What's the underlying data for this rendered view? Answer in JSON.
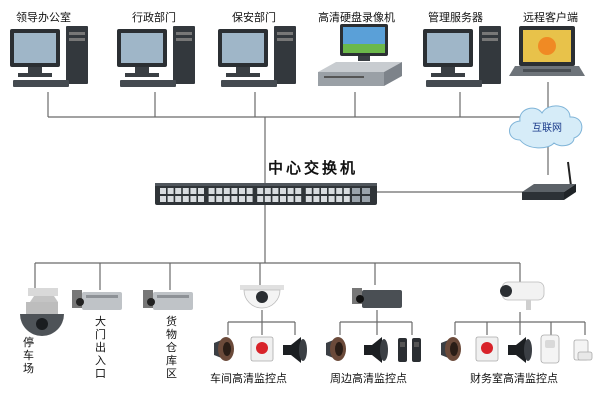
{
  "top_devices": [
    {
      "id": "leader-office",
      "label": "领导办公室",
      "kind": "pc"
    },
    {
      "id": "admin-dept",
      "label": "行政部门",
      "kind": "pc"
    },
    {
      "id": "security-dept",
      "label": "保安部门",
      "kind": "pc"
    },
    {
      "id": "hd-recorder",
      "label": "高清硬盘录像机",
      "kind": "recorder"
    },
    {
      "id": "mgmt-server",
      "label": "管理服务器",
      "kind": "pc"
    },
    {
      "id": "remote-client",
      "label": "远程客户端",
      "kind": "laptop"
    }
  ],
  "internet_label": "互联网",
  "switch_label": "中心交换机",
  "bottom_cameras": [
    {
      "id": "parking",
      "label": "停车场",
      "kind": "speed-dome"
    },
    {
      "id": "gate",
      "label": "大门出入口",
      "kind": "box-camera"
    },
    {
      "id": "warehouse",
      "label": "货物仓库区",
      "kind": "box-camera"
    }
  ],
  "monitor_zones": [
    {
      "id": "workshop",
      "label": "车间高清监控点",
      "camera": "dome"
    },
    {
      "id": "perimeter",
      "label": "周边高清监控点",
      "camera": "box"
    },
    {
      "id": "finance",
      "label": "财务室高清监控点",
      "camera": "bullet"
    }
  ],
  "colors": {
    "line": "#6a6a6a",
    "cloud": "#d6ecf8",
    "cloud_text": "#1a3a8a",
    "switch": "#2f3438"
  }
}
